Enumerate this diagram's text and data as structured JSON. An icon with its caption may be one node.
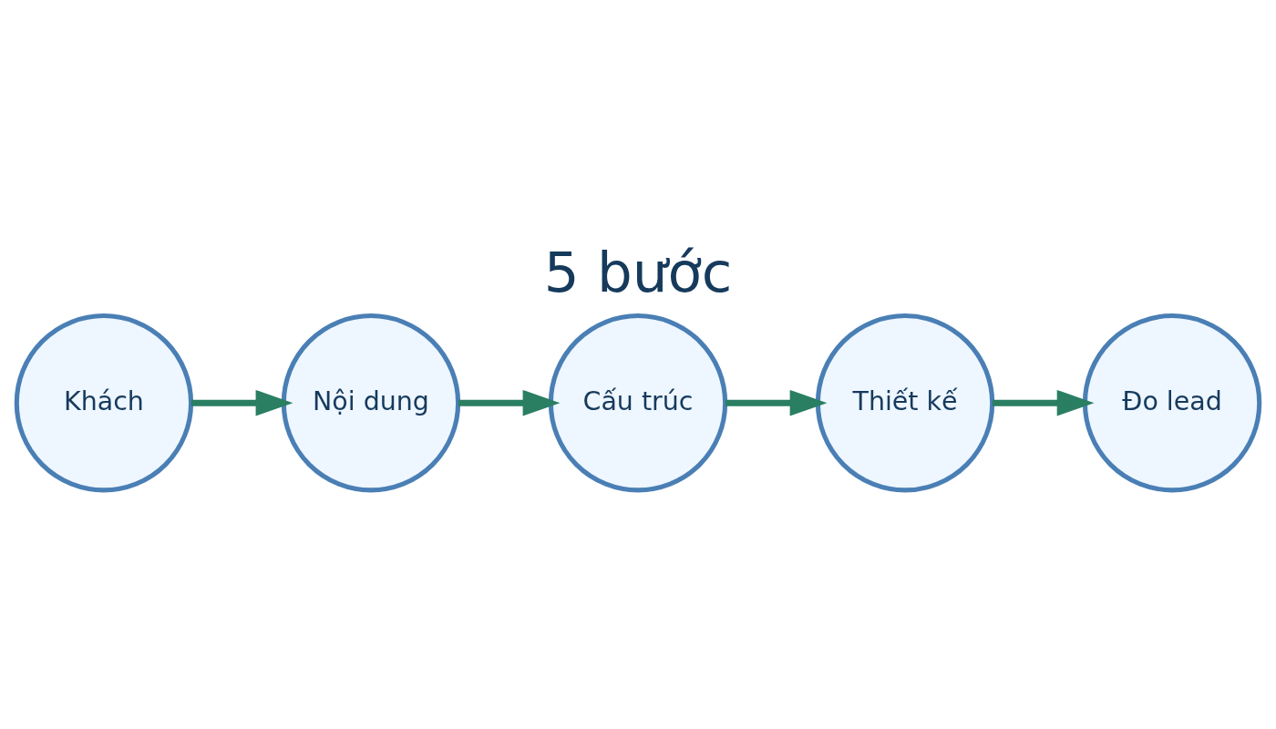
{
  "diagram": {
    "title": "5 bước",
    "nodes": [
      {
        "text": [
          "Khách"
        ]
      },
      {
        "text": [
          "Nội dung"
        ]
      },
      {
        "text": [
          "Cấu trúc"
        ]
      },
      {
        "text": [
          "Thiết kế"
        ]
      },
      {
        "text": [
          "Đo lead"
        ]
      }
    ],
    "edges": [
      {
        "from": 0,
        "to": 1,
        "arrow": "to"
      },
      {
        "from": 1,
        "to": 2,
        "arrow": "to"
      },
      {
        "from": 2,
        "to": 3,
        "arrow": "to"
      },
      {
        "from": 3,
        "to": 4,
        "arrow": "to"
      }
    ]
  }
}
